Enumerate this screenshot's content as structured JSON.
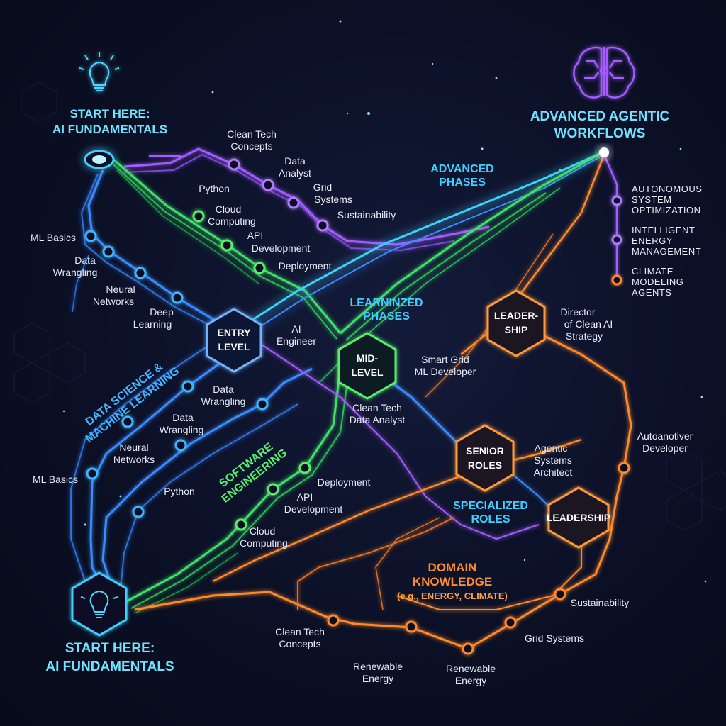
{
  "start_top": {
    "line1": "START HERE:",
    "line2": "AI FUNDAMENTALS"
  },
  "start_bottom": {
    "line1": "START HERE:",
    "line2": "AI FUNDAMENTALS"
  },
  "advanced_workflows": {
    "line1": "ADVANCED AGENTIC",
    "line2": "WORKFLOWS"
  },
  "phases": {
    "advanced": {
      "line1": "ADVANCED",
      "line2": "PHASES"
    },
    "learninized": {
      "line1": "LEARNINZED",
      "line2": "PHASES"
    },
    "specialized": {
      "line1": "SPECIALIZED",
      "line2": "ROLES"
    }
  },
  "sections": {
    "data_science": {
      "line1": "DATA SCIENCE &",
      "line2": "MACHINE LEARNING"
    },
    "software": {
      "line1": "SOFTWARE",
      "line2": "ENGINEERING"
    },
    "domain": {
      "line1": "DOMAIN",
      "line2": "KNOWLEDGE",
      "sub": "(e.g., ENERGY, CLIMATE)"
    }
  },
  "hexes": {
    "entry": {
      "line1": "ENTRY",
      "line2": "LEVEL"
    },
    "mid": {
      "line1": "MID-",
      "line2": "LEVEL"
    },
    "senior": {
      "line1": "SENIOR",
      "line2": "ROLES"
    },
    "leadership_top": {
      "line1": "LEADER-",
      "line2": "SHIP"
    },
    "leadership": {
      "line1": "LEADERSHIP"
    }
  },
  "roles": {
    "ai_engineer": {
      "line1": "AI",
      "line2": "Engineer"
    },
    "smart_grid": {
      "line1": "Smart Grid",
      "line2": "ML Developer"
    },
    "clean_tech_analyst": {
      "line1": "Clean Tech",
      "line2": "Data Analyst"
    },
    "agentic_architect": {
      "line1": "Agentic",
      "line2": "Systems",
      "line3": "Architect"
    },
    "director": {
      "line1": "Director",
      "line2": "of Clean AI",
      "line3": "Strategy"
    },
    "autoanotiver": {
      "line1": "Autoanotiver",
      "line2": "Developer"
    }
  },
  "workflows": [
    {
      "line1": "AUTONOMOUS",
      "line2": "SYSTEM",
      "line3": "OPTIMIZATION"
    },
    {
      "line1": "INTELLIGENT",
      "line2": "ENERGY",
      "line3": "MANAGEMENT"
    },
    {
      "line1": "CLIMATE",
      "line2": "MODELING",
      "line3": "AGENTS"
    }
  ],
  "top_labels": {
    "clean_tech": {
      "line1": "Clean Tech",
      "line2": "Concepts"
    },
    "data_analyst": {
      "line1": "Data",
      "line2": "Analyst"
    },
    "grid_systems": {
      "line1": "Grid",
      "line2": "Systems"
    },
    "sustainability": "Sustainability",
    "python": "Python",
    "cloud": {
      "line1": "Cloud",
      "line2": "Computing"
    },
    "api": {
      "line1": "API",
      "line2": "Development"
    },
    "deployment": "Deployment"
  },
  "left_upper": {
    "ml_basics": "ML Basics",
    "data_wrangling": {
      "line1": "Data",
      "line2": "Wrangling"
    },
    "neural": {
      "line1": "Neural",
      "line2": "Networks"
    },
    "deep": {
      "line1": "Deep",
      "line2": "Learning"
    }
  },
  "left_lower": {
    "data_wrangling_a": {
      "line1": "Data",
      "line2": "Wrangling"
    },
    "data_wrangling_b": {
      "line1": "Data",
      "line2": "Wrangling"
    },
    "neural": {
      "line1": "Neural",
      "line2": "Networks"
    },
    "ml_basics": "ML Basics",
    "python": "Python"
  },
  "software_lower": {
    "deployment": "Deployment",
    "api": {
      "line1": "API",
      "line2": "Development"
    },
    "cloud": {
      "line1": "Cloud",
      "line2": "Computing"
    }
  },
  "domain_labels": {
    "clean_tech": {
      "line1": "Clean Tech",
      "line2": "Concepts"
    },
    "renewable_a": {
      "line1": "Renewable",
      "line2": "Energy"
    },
    "renewable_b": {
      "line1": "Renewable",
      "line2": "Energy"
    },
    "grid_systems": "Grid Systems",
    "sustainability": "Sustainability"
  },
  "colors": {
    "background": "#0b1026",
    "blue": "#3a8dff",
    "cyan": "#3fd0ff",
    "green": "#3fe06a",
    "purple": "#a45cff",
    "orange": "#ff8a2a",
    "title_cyan": "#6fe3ff"
  },
  "icons": {
    "start_top": "lightbulb-icon",
    "start_bottom": "lightbulb-icon",
    "advanced": "brain-icon"
  }
}
